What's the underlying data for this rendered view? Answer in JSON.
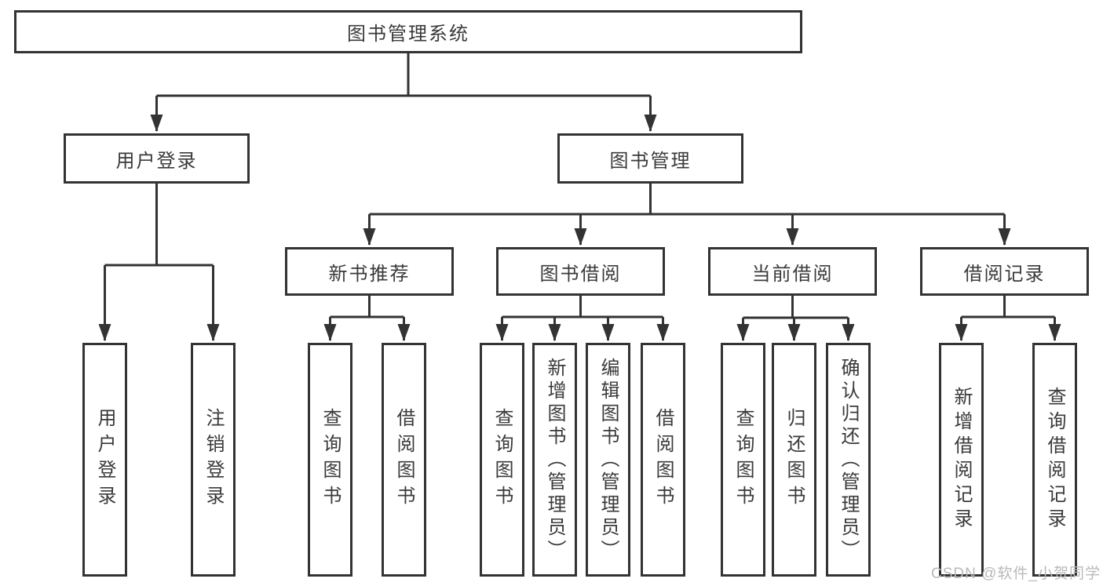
{
  "diagram": {
    "root": {
      "label": "图书管理系统"
    },
    "branches": [
      {
        "label": "用户登录",
        "children": [
          {
            "label": "用户登录"
          },
          {
            "label": "注销登录"
          }
        ]
      },
      {
        "label": "图书管理",
        "children": [
          {
            "label": "新书推荐",
            "children": [
              {
                "label": "查询图书"
              },
              {
                "label": "借阅图书"
              }
            ]
          },
          {
            "label": "图书借阅",
            "children": [
              {
                "label": "查询图书"
              },
              {
                "label": "新增图书（管理员）"
              },
              {
                "label": "编辑图书（管理员）"
              },
              {
                "label": "借阅图书"
              }
            ]
          },
          {
            "label": "当前借阅",
            "children": [
              {
                "label": "查询图书"
              },
              {
                "label": "归还图书"
              },
              {
                "label": "确认归还（管理员）"
              }
            ]
          },
          {
            "label": "借阅记录",
            "children": [
              {
                "label": "新增借阅记录"
              },
              {
                "label": "查询借阅记录"
              }
            ]
          }
        ]
      }
    ],
    "watermark": "CSDN @软件_小贺同学",
    "colors": {
      "line": "#333333",
      "node_border": "#333333",
      "text": "#3a3a3a",
      "watermark": "#b9b9b9",
      "background": "#ffffff"
    }
  }
}
